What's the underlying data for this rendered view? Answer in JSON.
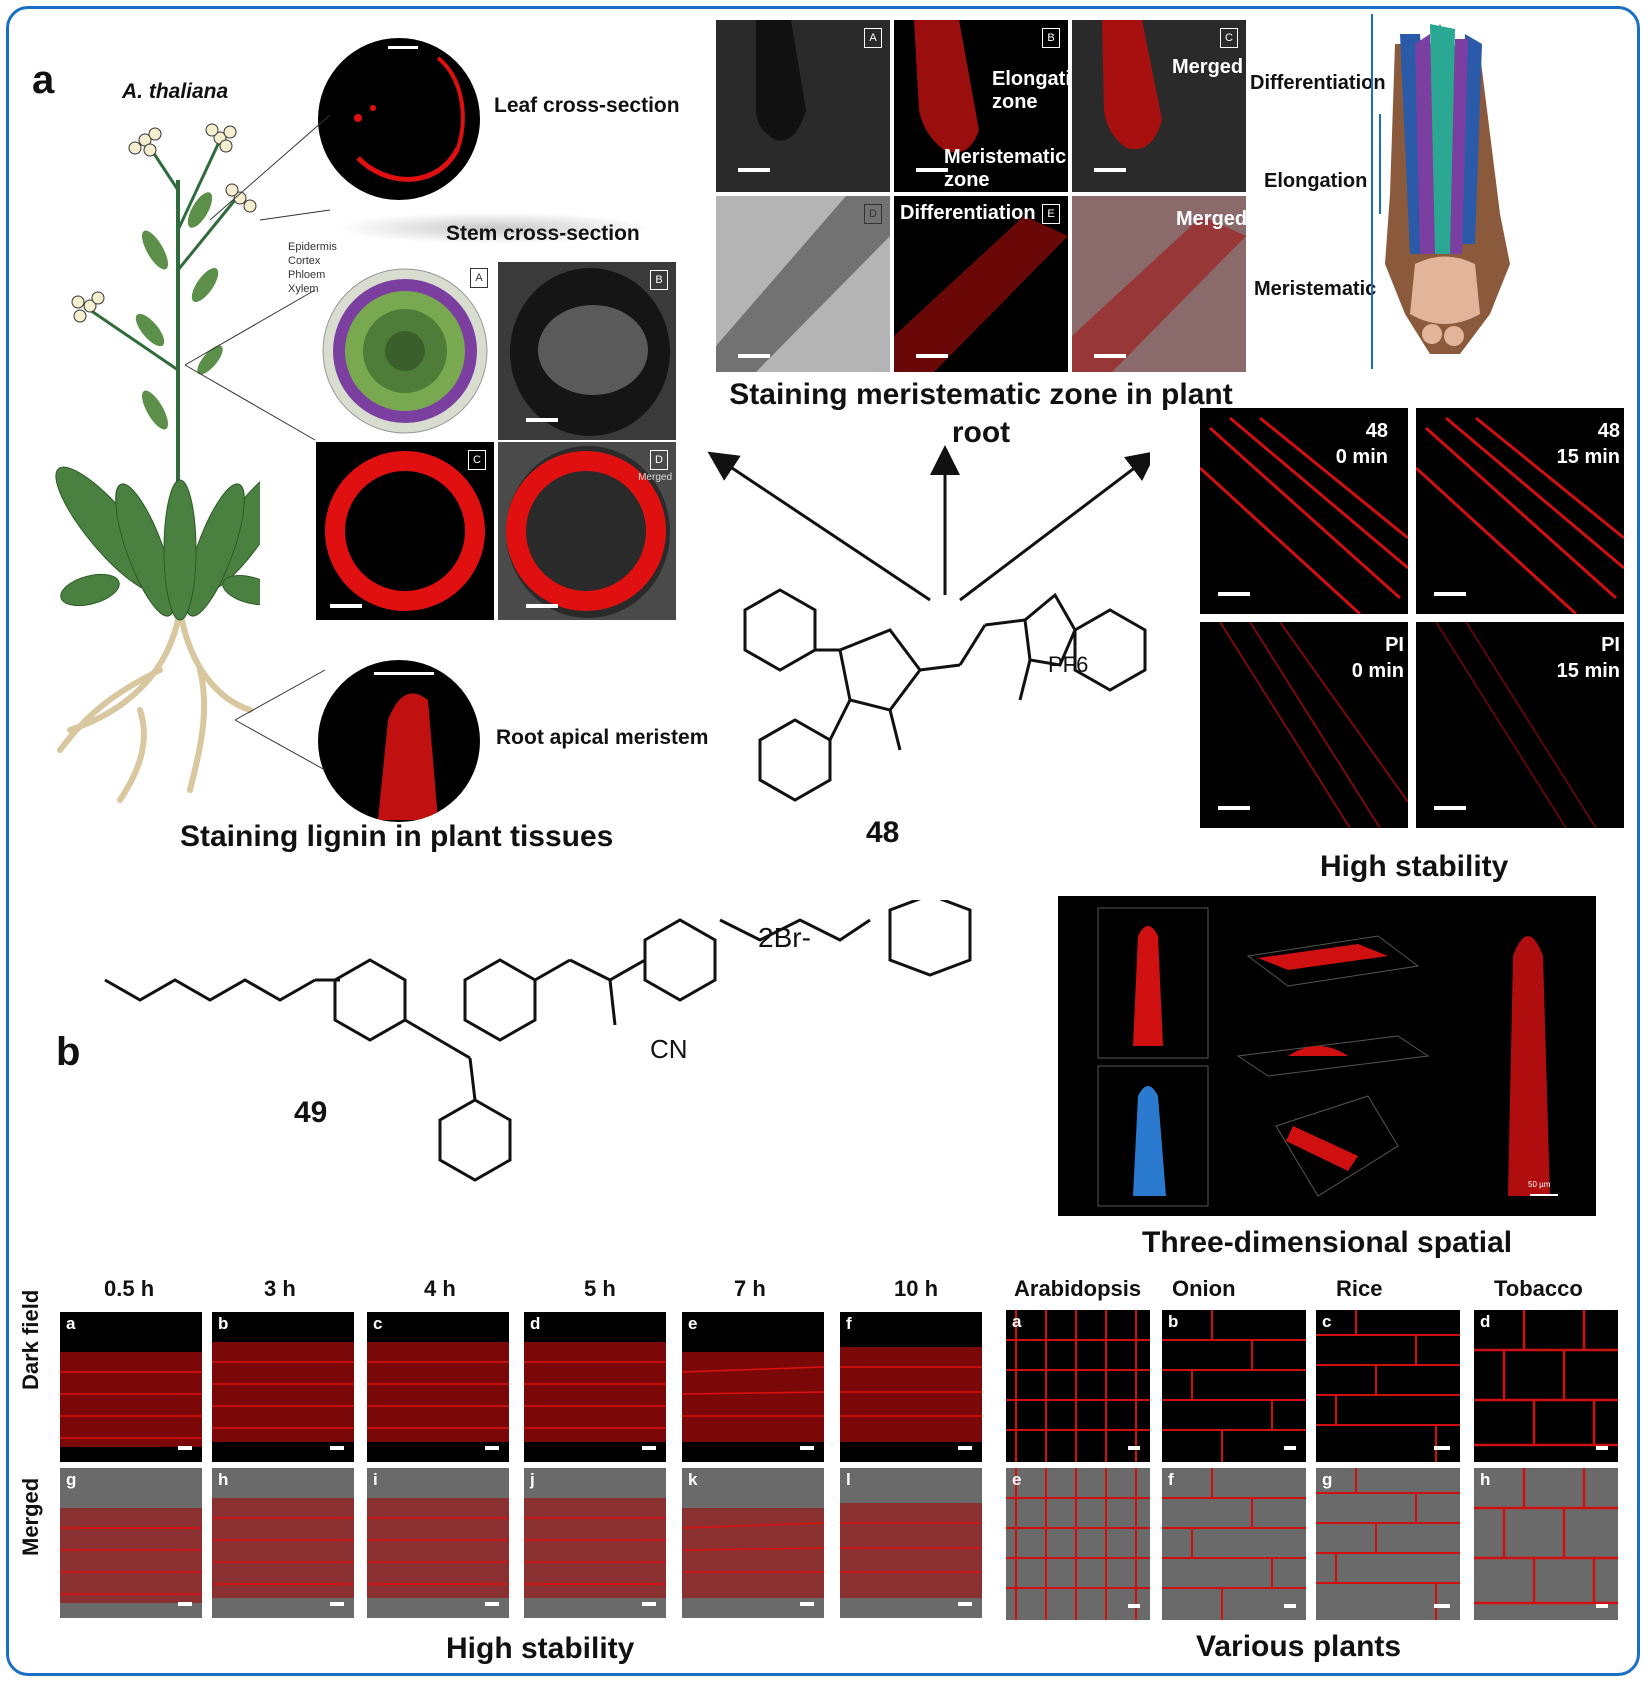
{
  "panel_a": {
    "letter": "a",
    "species": "A. thaliana",
    "leaf_label": "Leaf cross-section",
    "stem_label": "Stem cross-section",
    "stem_layers": [
      "Epidermis",
      "Cortex",
      "Phloem",
      "Xylem"
    ],
    "stem_tags": [
      "A",
      "B",
      "C",
      "D"
    ],
    "stem_merged": "Merged",
    "root_label": "Root apical meristem",
    "caption_left": "Staining lignin in plant tissues",
    "root_tags": [
      "A",
      "B",
      "C",
      "D",
      "E"
    ],
    "elongation_zone": "Elongation zone",
    "meristematic_zone": "Meristematic zone",
    "merged": "Merged",
    "differentiation": "Differentiation",
    "caption_center": "Staining meristematic zone in plant root",
    "diagram_labels": [
      "Differentiation",
      "Elongation",
      "Meristematic"
    ],
    "compound": "48",
    "pf6": "PF6",
    "stability_panels": [
      {
        "line1": "48",
        "line2": "0 min"
      },
      {
        "line1": "48",
        "line2": "15 min"
      },
      {
        "line1": "PI",
        "line2": "0 min"
      },
      {
        "line1": "PI",
        "line2": "15 min"
      }
    ],
    "caption_stability": "High stability"
  },
  "panel_b": {
    "letter": "b",
    "compound": "49",
    "counterion": "2Br-",
    "cn": "CN",
    "scale_3d": "50 µm",
    "caption_3d": "Three-dimensional spatial",
    "time_labels": [
      "0.5 h",
      "3 h",
      "4 h",
      "5 h",
      "7 h",
      "10 h"
    ],
    "row_labels": [
      "Dark field",
      "Merged"
    ],
    "dark_letters": [
      "a",
      "b",
      "c",
      "d",
      "e",
      "f"
    ],
    "merged_letters": [
      "g",
      "h",
      "i",
      "j",
      "k",
      "l"
    ],
    "caption_time": "High stability",
    "plants": [
      "Arabidopsis",
      "Onion",
      "Rice",
      "Tobacco"
    ],
    "plant_dark_letters": [
      "a",
      "b",
      "c",
      "d"
    ],
    "plant_merged_letters": [
      "e",
      "f",
      "g",
      "h"
    ],
    "caption_plants": "Various plants"
  },
  "colors": {
    "frame": "#1a6fc4",
    "stain": "#e01010",
    "plant_green": "#3f7a3a",
    "root_tan": "#d9c7a0"
  }
}
